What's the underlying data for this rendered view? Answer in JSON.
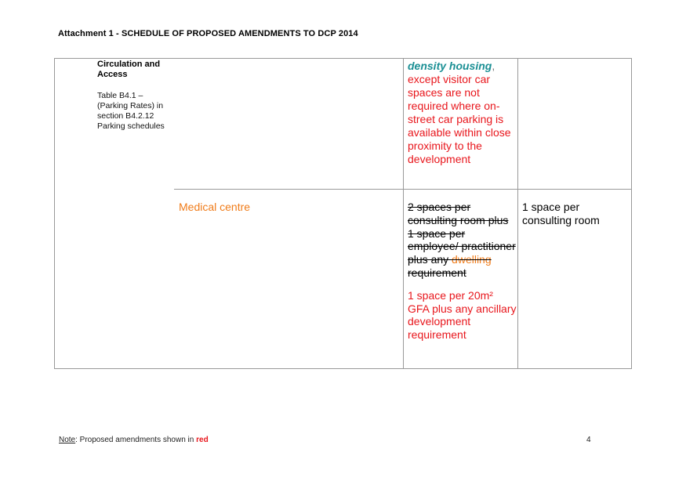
{
  "header": {
    "title": "Attachment 1 - SCHEDULE OF PROPOSED AMENDMENTS TO DCP 2014"
  },
  "section": {
    "title": "Circulation and Access",
    "reference": "Table B4.1 – (Parking Rates) in section B4.2.12 Parking schedules"
  },
  "row1": {
    "teal_text": "density housing",
    "teal_punct": ",",
    "red_text": "except visitor car spaces are not required where on-street car parking is available within close proximity to the development"
  },
  "row2": {
    "use": "Medical centre",
    "struck_text_a": "2 spaces per consulting room plus 1 space per employee/ practitioner plus any ",
    "struck_text_orange": "dwelling",
    "struck_text_b": " requirement",
    "new_text": "1 space per 20m² GFA plus any ancillary development requirement",
    "col4_text": "1 space per consulting room"
  },
  "footer": {
    "note_label": "Note",
    "note_text": ":  Proposed amendments shown in ",
    "note_red": "red",
    "page_number": "4"
  },
  "colors": {
    "red": "#e8161c",
    "teal": "#1a8f94",
    "orange": "#f07c1a"
  }
}
